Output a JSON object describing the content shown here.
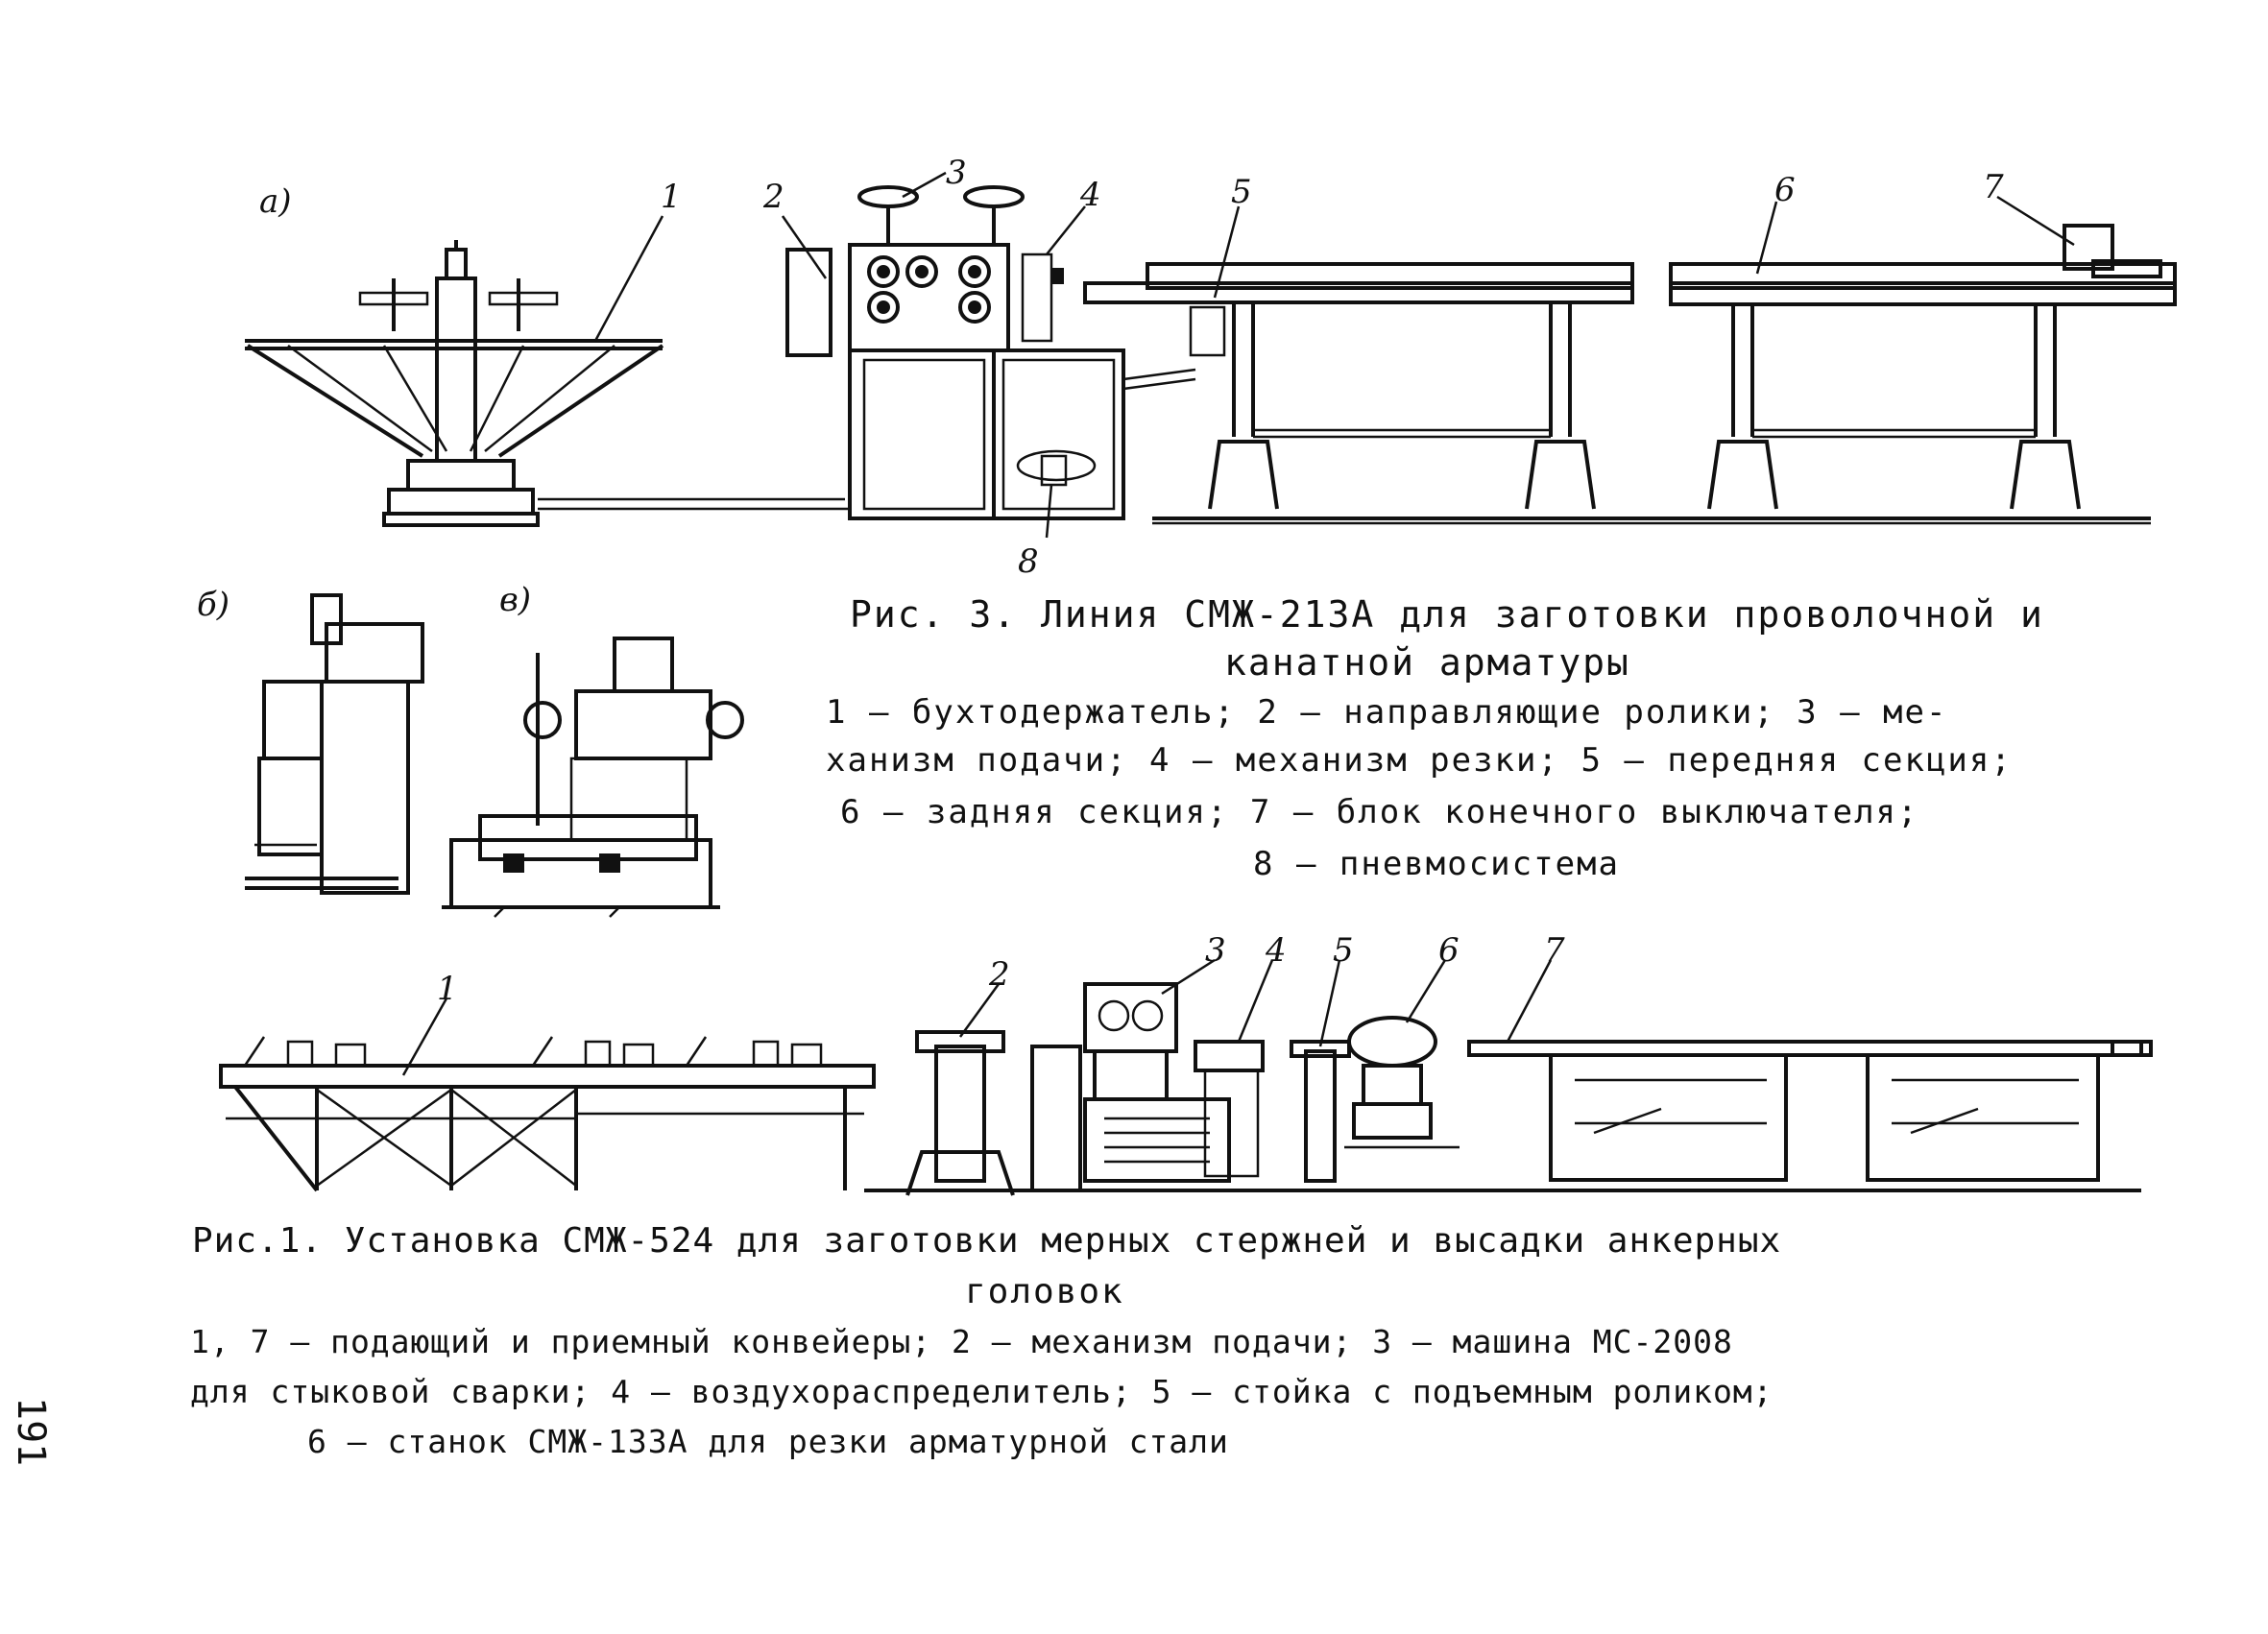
{
  "page_number": "191",
  "fig3": {
    "panel_labels": [
      "а)",
      "б)",
      "в)"
    ],
    "callouts": [
      "1",
      "2",
      "3",
      "4",
      "5",
      "6",
      "7",
      "8"
    ],
    "caption_title_line1": "Рис. 3. Линия СМЖ-213А для заготовки проволочной и",
    "caption_title_line2": "канатной арматуры",
    "legend_line1": "1 – бухтодержатель; 2 – направляющие ролики; 3 – ме-",
    "legend_line2": "ханизм подачи; 4 – механизм резки; 5 – передняя секция;",
    "legend_line3": "6 – задняя секция; 7 – блок конечного выключателя;",
    "legend_line4": "8 – пневмосистема"
  },
  "fig1": {
    "callouts": [
      "1",
      "2",
      "3",
      "4",
      "5",
      "6",
      "7"
    ],
    "caption_title_line1": "Рис.1. Установка СМЖ-524 для заготовки мерных стержней и высадки анкерных",
    "caption_title_line2": "головок",
    "legend_line1": "1, 7 – подающий и приемный конвейеры; 2 – механизм подачи; 3 – машина МС-2008",
    "legend_line2": "для стыковой сварки; 4 – воздухораспределитель; 5 – стойка с подъемным роликом;",
    "legend_line3": "6 – станок СМЖ-133А для резки арматурной стали"
  },
  "colors": {
    "ink": "#111111",
    "paper": "#ffffff"
  }
}
